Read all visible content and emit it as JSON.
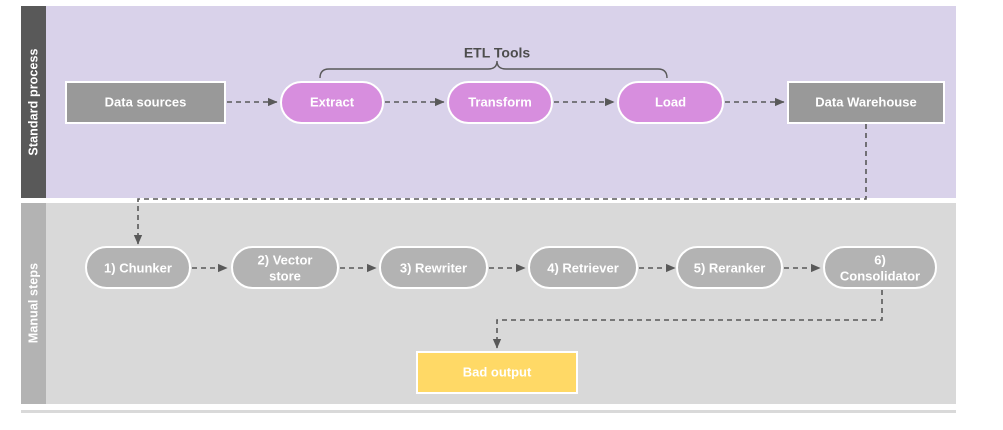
{
  "diagram": {
    "title": "ETL standard process and manual RAG steps",
    "colors": {
      "band_standard_bg": "#d9d2ea",
      "band_manual_bg": "#d9d9d9",
      "sidebar_standard_bg": "#595959",
      "sidebar_manual_bg": "#b3b3b3",
      "gray_node": "#999999",
      "pink_node": "#d78ede",
      "manual_node": "#b3b3b3",
      "bad_output": "#ffd966",
      "edge": "#595959",
      "node_text": "#ffffff",
      "bracket_text": "#4d4d4d",
      "footer_rule": "#d9d9d9"
    },
    "bands": [
      {
        "id": "standard-process",
        "sidebar_label": "Standard process"
      },
      {
        "id": "manual-steps",
        "sidebar_label": "Manual steps"
      }
    ],
    "bracket": {
      "label": "ETL Tools"
    },
    "standard_nodes": [
      {
        "id": "data-sources",
        "label": "Data sources",
        "shape": "rect",
        "color": "gray"
      },
      {
        "id": "extract",
        "label": "Extract",
        "shape": "pill",
        "color": "pink"
      },
      {
        "id": "transform",
        "label": "Transform",
        "shape": "pill",
        "color": "pink"
      },
      {
        "id": "load",
        "label": "Load",
        "shape": "pill",
        "color": "pink"
      },
      {
        "id": "data-warehouse",
        "label": "Data Warehouse",
        "shape": "rect",
        "color": "gray"
      }
    ],
    "manual_nodes": [
      {
        "id": "chunker",
        "label": "1) Chunker",
        "shape": "pill",
        "color": "manual",
        "lines": [
          "1) Chunker"
        ]
      },
      {
        "id": "vector-store",
        "label": "2) Vector store",
        "shape": "pill",
        "color": "manual",
        "lines": [
          "2) Vector",
          "store"
        ]
      },
      {
        "id": "rewriter",
        "label": "3) Rewriter",
        "shape": "pill",
        "color": "manual",
        "lines": [
          "3) Rewriter"
        ]
      },
      {
        "id": "retriever",
        "label": "4) Retriever",
        "shape": "pill",
        "color": "manual",
        "lines": [
          "4) Retriever"
        ]
      },
      {
        "id": "reranker",
        "label": "5) Reranker",
        "shape": "pill",
        "color": "manual",
        "lines": [
          "5) Reranker"
        ]
      },
      {
        "id": "consolidator",
        "label": "6) Consolidator",
        "shape": "pill",
        "color": "manual",
        "lines": [
          "6)",
          "Consolidator"
        ]
      }
    ],
    "output_node": {
      "id": "bad-output",
      "label": "Bad output",
      "shape": "rect",
      "color": "bad_output"
    },
    "node_text": {
      "data_sources": "Data sources",
      "extract": "Extract",
      "transform": "Transform",
      "load": "Load",
      "data_warehouse": "Data Warehouse",
      "chunker": "1) Chunker",
      "vector_store_line1": "2) Vector",
      "vector_store_line2": "store",
      "rewriter": "3) Rewriter",
      "retriever": "4) Retriever",
      "reranker": "5) Reranker",
      "consolidator_line1": "6)",
      "consolidator_line2": "Consolidator",
      "bad_output": "Bad output"
    }
  }
}
